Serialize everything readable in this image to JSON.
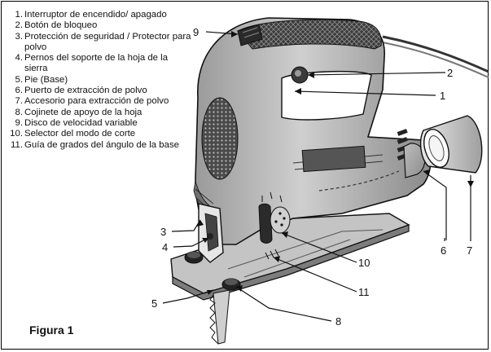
{
  "legend": {
    "items": [
      {
        "num": "1.",
        "text": "Interruptor de encendido/ apagado"
      },
      {
        "num": "2.",
        "text": "Botón de bloqueo"
      },
      {
        "num": "3.",
        "text": "Protección de seguridad / Protector para polvo"
      },
      {
        "num": "4.",
        "text": "Pernos del soporte de la hoja de la sierra"
      },
      {
        "num": "5.",
        "text": "Pie (Base)"
      },
      {
        "num": "6.",
        "text": "Puerto de extracción de polvo"
      },
      {
        "num": "7.",
        "text": "Accesorio para extracción de polvo"
      },
      {
        "num": "8.",
        "text": "Cojinete de apoyo de la hoja"
      },
      {
        "num": "9.",
        "text": "Disco de velocidad variable"
      },
      {
        "num": "10.",
        "text": "Selector del modo de corte"
      },
      {
        "num": "11.",
        "text": "Guía de grados del ángulo de la base"
      }
    ]
  },
  "callouts": {
    "c1": "1",
    "c2": "2",
    "c3": "3",
    "c4": "4",
    "c5": "5",
    "c6": "6",
    "c7": "7",
    "c8": "8",
    "c9": "9",
    "c10": "10",
    "c11": "11"
  },
  "figure_title": "Figura 1"
}
